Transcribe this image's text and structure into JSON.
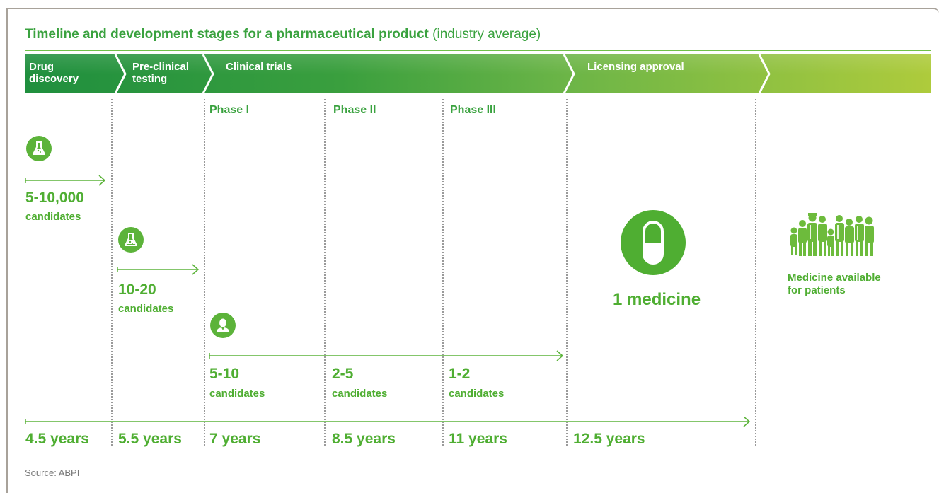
{
  "title": {
    "main": "Timeline and development stages for a pharmaceutical product",
    "sub": "(industry average)"
  },
  "stages": [
    {
      "line1": "Drug",
      "line2": "discovery"
    },
    {
      "line1": "Pre-clinical",
      "line2": "testing"
    },
    {
      "line1": "Clinical trials",
      "line2": ""
    },
    {
      "line1": "Licensing approval",
      "line2": ""
    }
  ],
  "phases": [
    "Phase I",
    "Phase II",
    "Phase III"
  ],
  "candidates": [
    {
      "count": "5-10,000",
      "label": "candidates"
    },
    {
      "count": "10-20",
      "label": "candidates"
    },
    {
      "count": "5-10",
      "label": "candidates"
    },
    {
      "count": "2-5",
      "label": "candidates"
    },
    {
      "count": "1-2",
      "label": "candidates"
    }
  ],
  "medicine": "1 medicine",
  "patients": {
    "line1": "Medicine available",
    "line2": "for patients"
  },
  "years": [
    "4.5 years",
    "5.5 years",
    "7 years",
    "8.5 years",
    "11 years",
    "12.5 years"
  ],
  "source": "Source: ABPI",
  "colors": {
    "dark_green": "#2e9a3c",
    "green": "#4fae32",
    "light_green": "#b3cf3a",
    "divider": "#9a9a9a"
  },
  "icons": [
    "flask-icon",
    "flask-icon",
    "person-icon",
    "capsule-icon",
    "people-icon"
  ]
}
